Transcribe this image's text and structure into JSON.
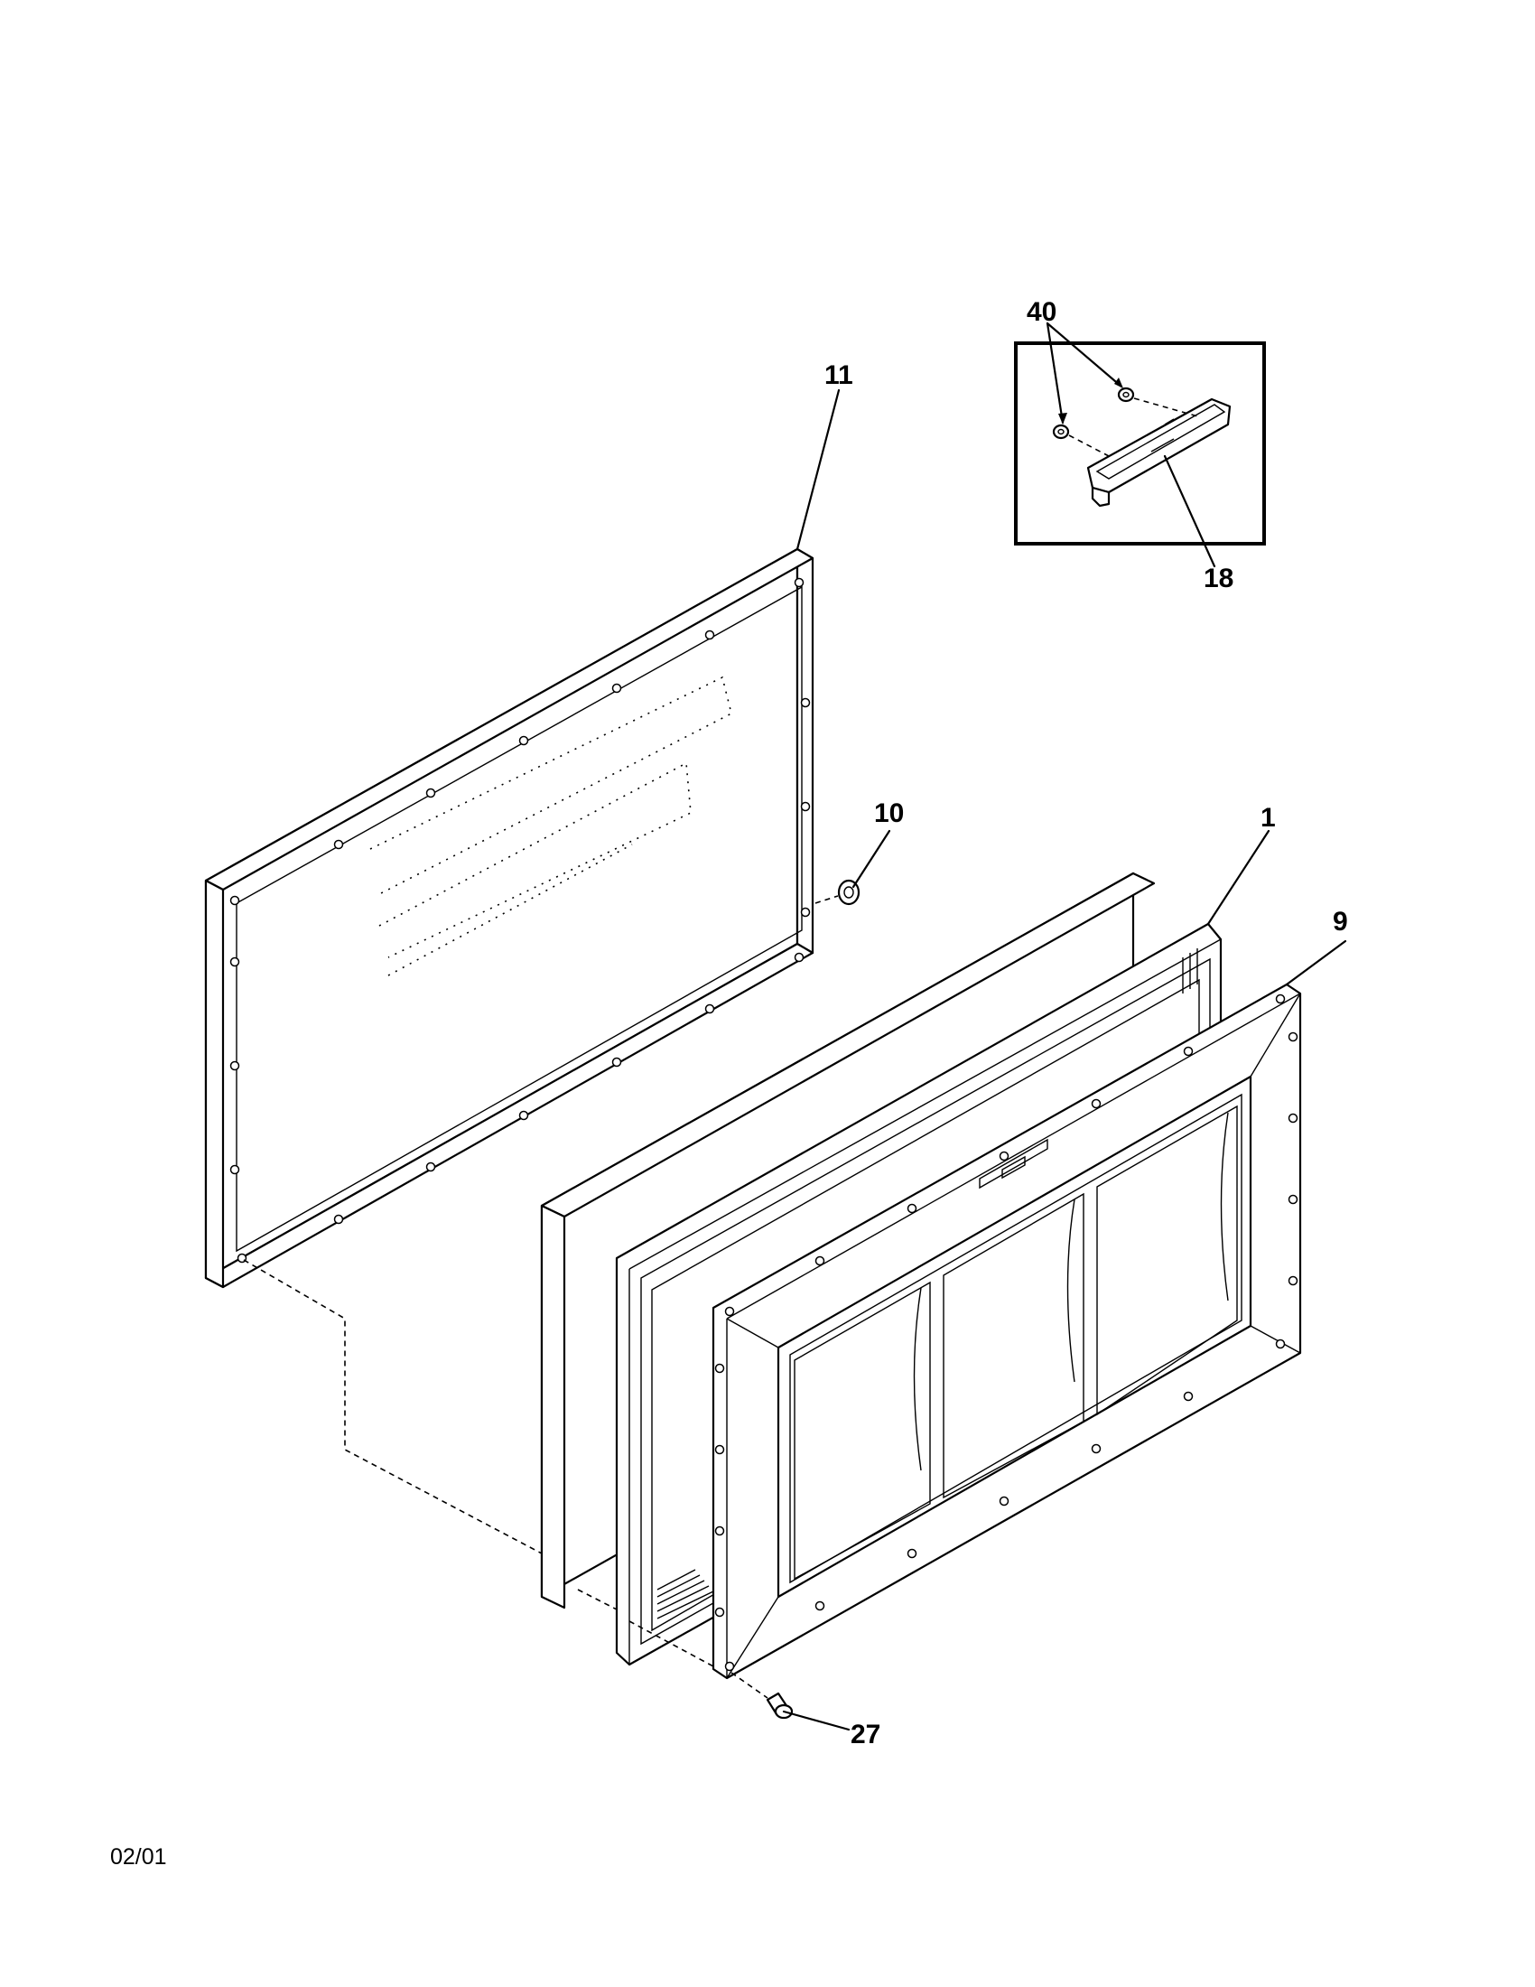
{
  "callouts": {
    "c1": "1",
    "c9": "9",
    "c10": "10",
    "c11": "11",
    "c18": "18",
    "c27": "27",
    "c40": "40"
  },
  "footer": {
    "date_code": "02/01"
  }
}
